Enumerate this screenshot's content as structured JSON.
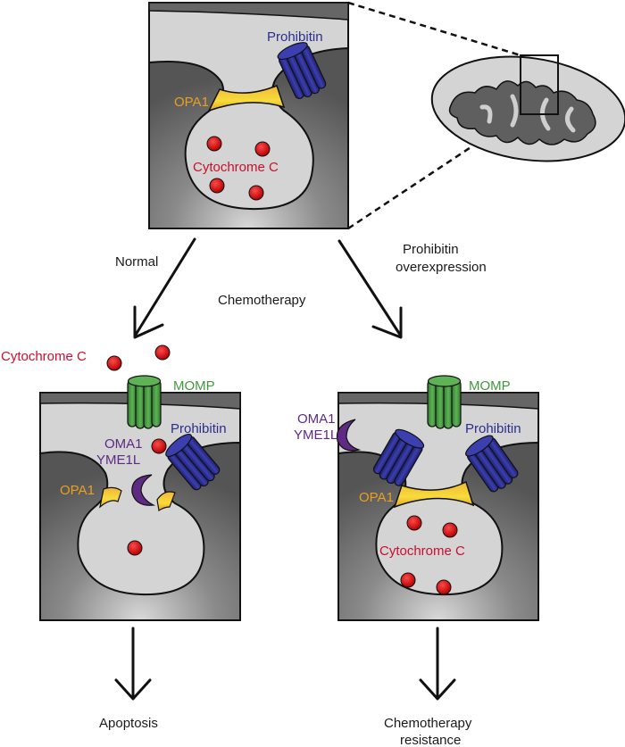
{
  "colors": {
    "cytochrome": "#c8102e",
    "prohibitin": "#2b2e8c",
    "opa1": "#e8a020",
    "momp": "#3f9a3a",
    "oma1": "#5e2a84",
    "dark_membrane": "#5a5a5a",
    "light_space": "#d6d6d6"
  },
  "top_panel": {
    "prohibitin_label": "Prohibitin",
    "opa1_label": "OPA1",
    "cytochrome_label": "Cytochrome C"
  },
  "arrows": {
    "left_label": "Normal",
    "center_label": "Chemotherapy",
    "right_label_line1": "Prohibitin",
    "right_label_line2": "overexpression"
  },
  "left_panel": {
    "released_cytochrome_label": "Cytochrome C",
    "momp_label": "MOMP",
    "prohibitin_label": "Prohibitin",
    "oma1_label": "OMA1",
    "yme1l_label": "YME1L",
    "opa1_label": "OPA1",
    "outcome": "Apoptosis"
  },
  "right_panel": {
    "momp_label": "MOMP",
    "oma1_label": "OMA1",
    "yme1l_label": "YME1L",
    "prohibitin_label": "Prohibitin",
    "opa1_label": "OPA1",
    "cytochrome_label": "Cytochrome C",
    "outcome_line1": "Chemotherapy",
    "outcome_line2": "resistance"
  }
}
